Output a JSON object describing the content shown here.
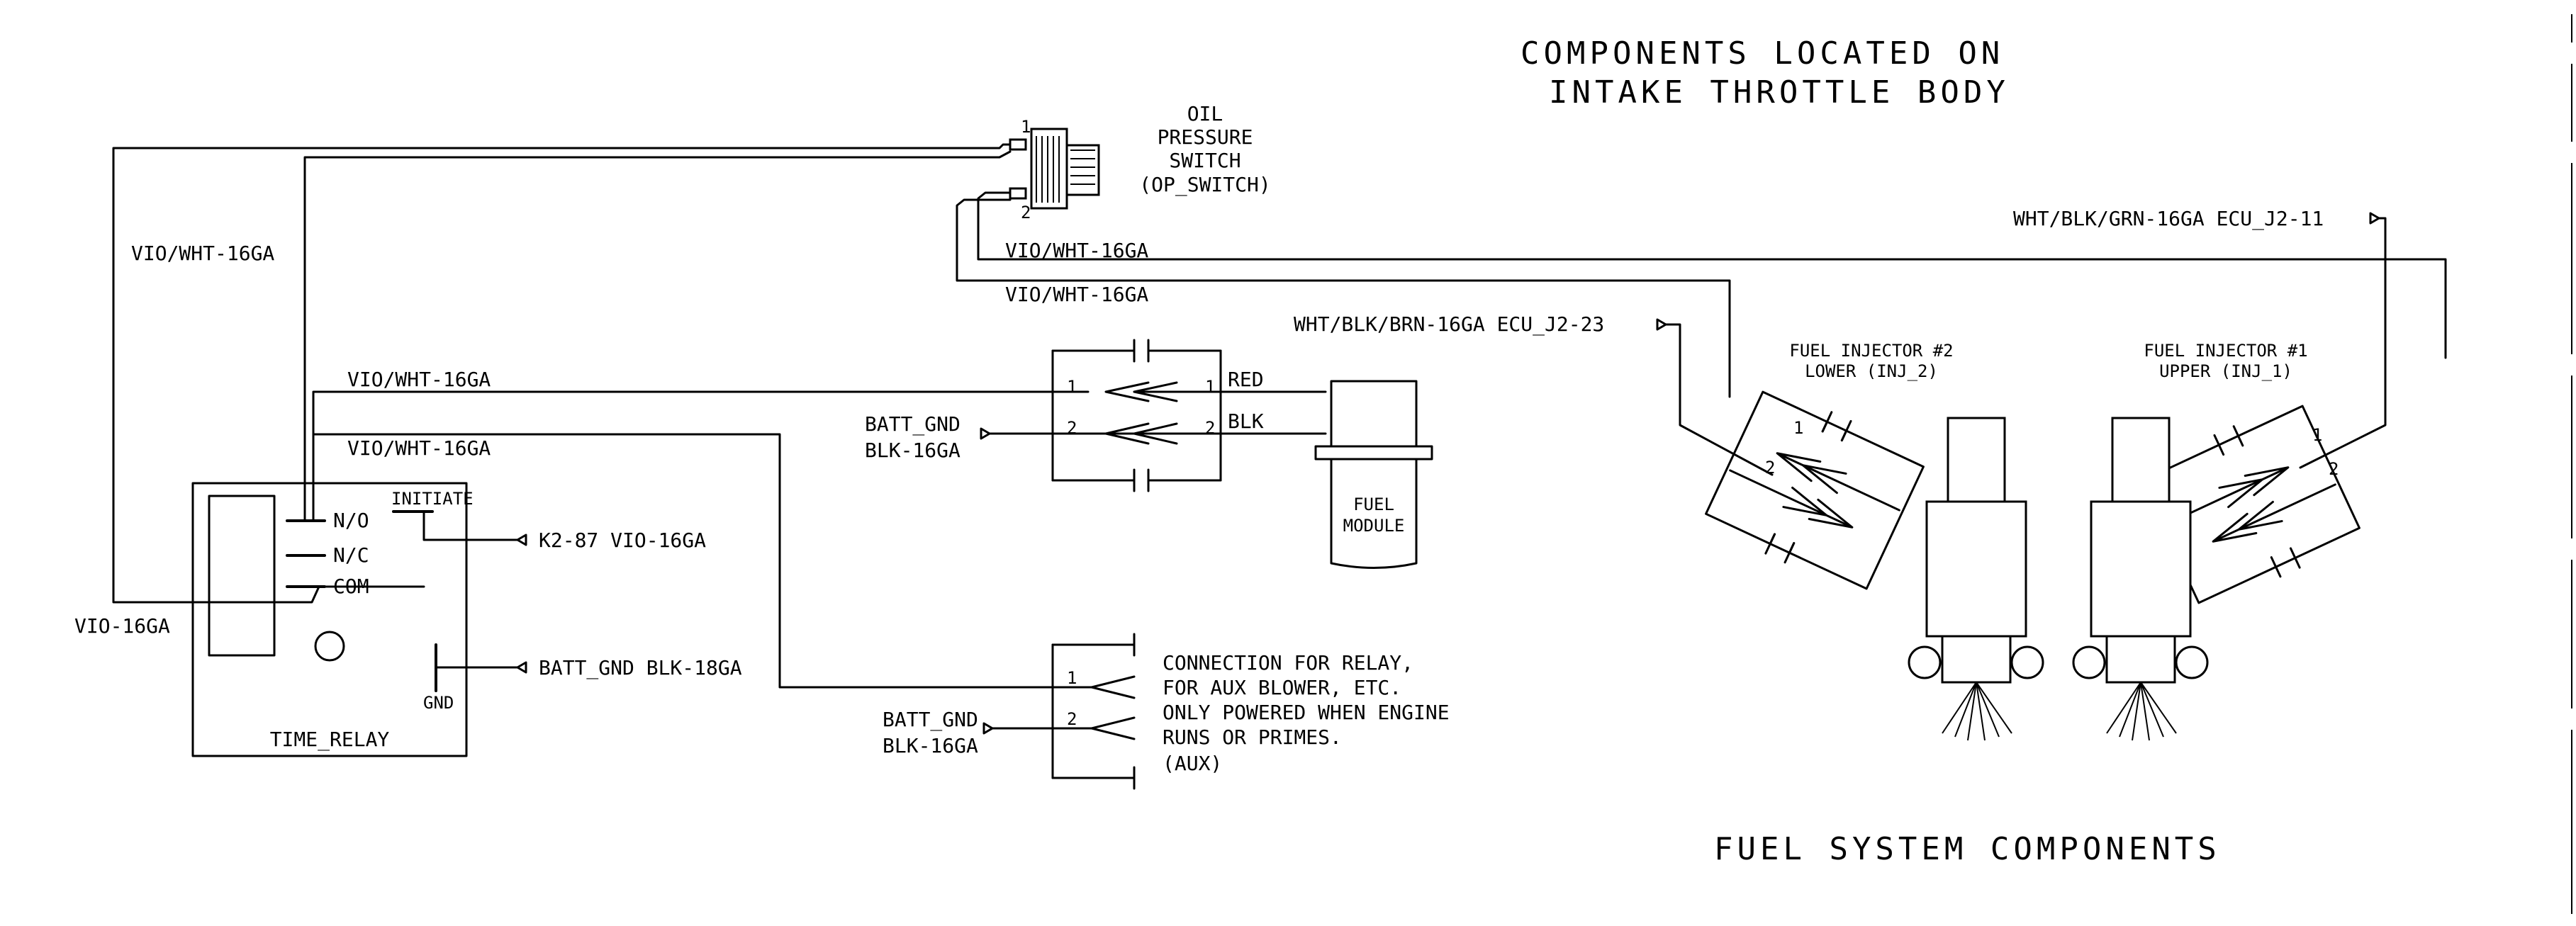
{
  "titles": {
    "components_line1": "COMPONENTS LOCATED ON",
    "components_line2": "INTAKE THROTTLE BODY",
    "system": "FUEL SYSTEM COMPONENTS"
  },
  "oil_switch": {
    "line1": "OIL",
    "line2": "PRESSURE",
    "line3": "SWITCH",
    "line4": "(OP_SWITCH)",
    "pin1": "1",
    "pin2": "2"
  },
  "wires": {
    "vio_wht_left": "VIO/WHT-16GA",
    "vio_wht_mid1": "VIO/WHT-16GA",
    "vio_wht_mid2": "VIO/WHT-16GA",
    "vio_wht_relay1": "VIO/WHT-16GA",
    "vio_wht_relay2": "VIO/WHT-16GA",
    "vio_16ga": "VIO-16GA",
    "k2_87": "K2-87 VIO-16GA",
    "batt_gnd_18": "BATT_GND BLK-18GA",
    "batt_gnd_fuel_l1": "BATT_GND",
    "batt_gnd_fuel_l2": "BLK-16GA",
    "batt_gnd_aux_l1": "BATT_GND",
    "batt_gnd_aux_l2": "BLK-16GA",
    "ecu_j2_23": "WHT/BLK/BRN-16GA ECU_J2-23",
    "ecu_j2_11": "WHT/BLK/GRN-16GA ECU_J2-11",
    "red": "RED",
    "blk": "BLK"
  },
  "relay": {
    "name": "TIME_RELAY",
    "no": "N/O",
    "nc": "N/C",
    "com": "COM",
    "initiate": "INITIATE",
    "gnd": "GND"
  },
  "fuel_module": {
    "line1": "FUEL",
    "line2": "MODULE",
    "pin1_left": "1",
    "pin2_left": "2",
    "pin1_right": "1",
    "pin2_right": "2"
  },
  "aux": {
    "line1": "CONNECTION FOR RELAY,",
    "line2": "FOR AUX BLOWER, ETC.",
    "line3": "ONLY POWERED WHEN ENGINE",
    "line4": "RUNS OR PRIMES.",
    "line5": "(AUX)",
    "pin1": "1",
    "pin2": "2"
  },
  "injector2": {
    "line1": "FUEL INJECTOR #2",
    "line2": "LOWER (INJ_2)",
    "pin1": "1",
    "pin2": "2"
  },
  "injector1": {
    "line1": "FUEL INJECTOR #1",
    "line2": "UPPER (INJ_1)",
    "pin1": "1",
    "pin2": "2"
  }
}
